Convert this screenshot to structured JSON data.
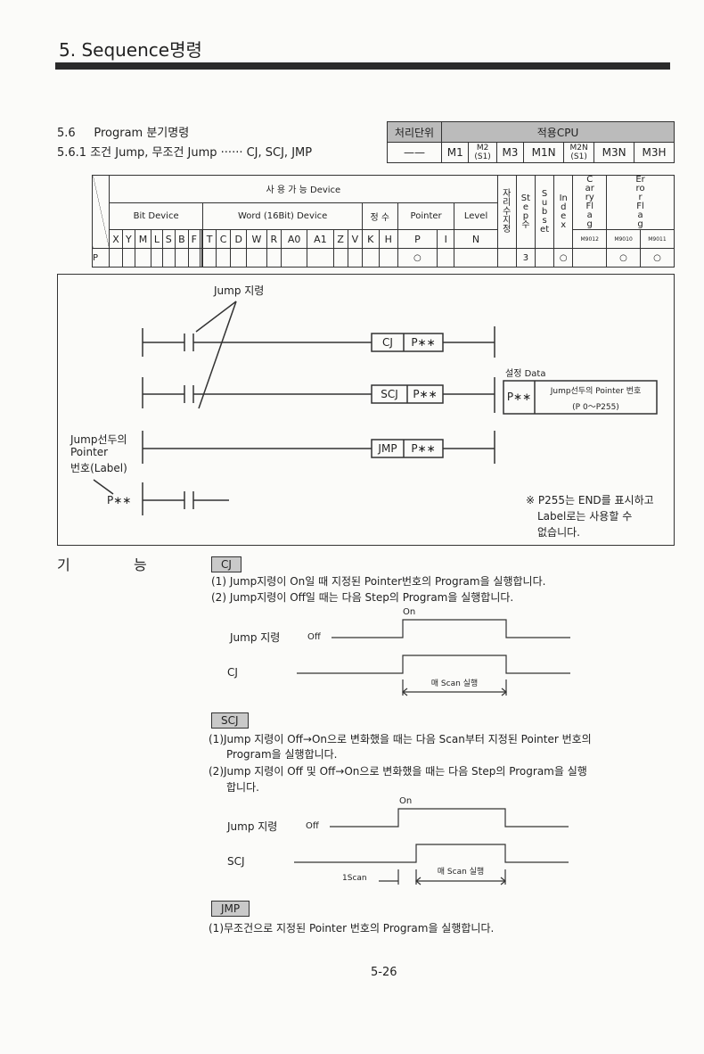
{
  "header": {
    "chapter_title": "5. Sequence명령",
    "section": "5.6",
    "section_title": "Program 분기명령",
    "subsection": "5.6.1",
    "subsection_title": "조건 Jump, 무조건 Jump",
    "instructions": "······ CJ, SCJ, JMP"
  },
  "cpu_table": {
    "unit_label": "처리단위",
    "cpu_label": "적용CPU",
    "unit_value": "——",
    "cpus": [
      "M1",
      "M2\n(S1)",
      "M3",
      "M1N",
      "M2N\n(S1)",
      "M3N",
      "M3H"
    ]
  },
  "device_table": {
    "usable_device": "사 용 가 능 Device",
    "bit_device": "Bit Device",
    "word_device": "Word (16Bit) Device",
    "constant": "정 수",
    "pointer": "Pointer",
    "level": "Level",
    "bit_cols": [
      "X",
      "Y",
      "M",
      "L",
      "S",
      "B",
      "F"
    ],
    "word_cols": [
      "T",
      "C",
      "D",
      "W",
      "R",
      "A0",
      "A1",
      "Z",
      "V"
    ],
    "const_cols": [
      "K",
      "H"
    ],
    "ptr_cols": [
      "P",
      "I",
      "N"
    ],
    "vert_headers": [
      "자리수지정",
      "Step수",
      "Subset",
      "Index",
      "Carry Flag",
      "Error Flag"
    ],
    "flag_codes": [
      "M9012",
      "M9010",
      "M9011"
    ],
    "row_label": "P",
    "pointer_mark": "○",
    "step_count": "3",
    "index_mark": "○",
    "error_marks": [
      "○",
      "○"
    ]
  },
  "ladder": {
    "jump_cmd": "Jump 지령",
    "rungs": [
      {
        "cmd": "CJ",
        "arg": "P∗∗"
      },
      {
        "cmd": "SCJ",
        "arg": "P∗∗"
      },
      {
        "cmd": "JMP",
        "arg": "P∗∗"
      }
    ],
    "setting_data": "설정 Data",
    "setting_key": "P∗∗",
    "setting_desc1": "Jump선두의 Pointer 번호",
    "setting_desc2": "(P 0～P255)",
    "label_text1": "Jump선두의",
    "label_text2": "Pointer",
    "label_text3": "번호(Label)",
    "label_pointer": "P∗∗",
    "note1": "※ P255는 END를 표시하고",
    "note2": "Label로는 사용할 수",
    "note3": "없습니다."
  },
  "function": {
    "heading1": "기",
    "heading2": "능",
    "cj": {
      "tag": "CJ",
      "lines": [
        "(1) Jump지령이 On일 때 지정된 Pointer번호의 Program을 실행합니다.",
        "(2) Jump지령이 Off일 때는 다음 Step의 Program을 실행합니다."
      ],
      "on": "On",
      "off": "Off",
      "sig1": "Jump 지령",
      "sig2": "CJ",
      "scan": "매 Scan 실행"
    },
    "scj": {
      "tag": "SCJ",
      "lines": [
        "(1)Jump 지령이 Off→On으로 변화했을 때는 다음 Scan부터  지정된 Pointer 번호의",
        "Program을 실행합니다.",
        "(2)Jump 지령이 Off 및 Off→On으로 변화했을 때는 다음 Step의 Program을 실행",
        "합니다."
      ],
      "on": "On",
      "off": "Off",
      "sig1": "Jump 지령",
      "sig2": "SCJ",
      "scan": "매 Scan 실행",
      "one_scan": "1Scan"
    },
    "jmp": {
      "tag": "JMP",
      "lines": [
        "(1)무조건으로 지정된 Pointer 번호의 Program을 실행합니다."
      ]
    }
  },
  "page_number": "5-26"
}
